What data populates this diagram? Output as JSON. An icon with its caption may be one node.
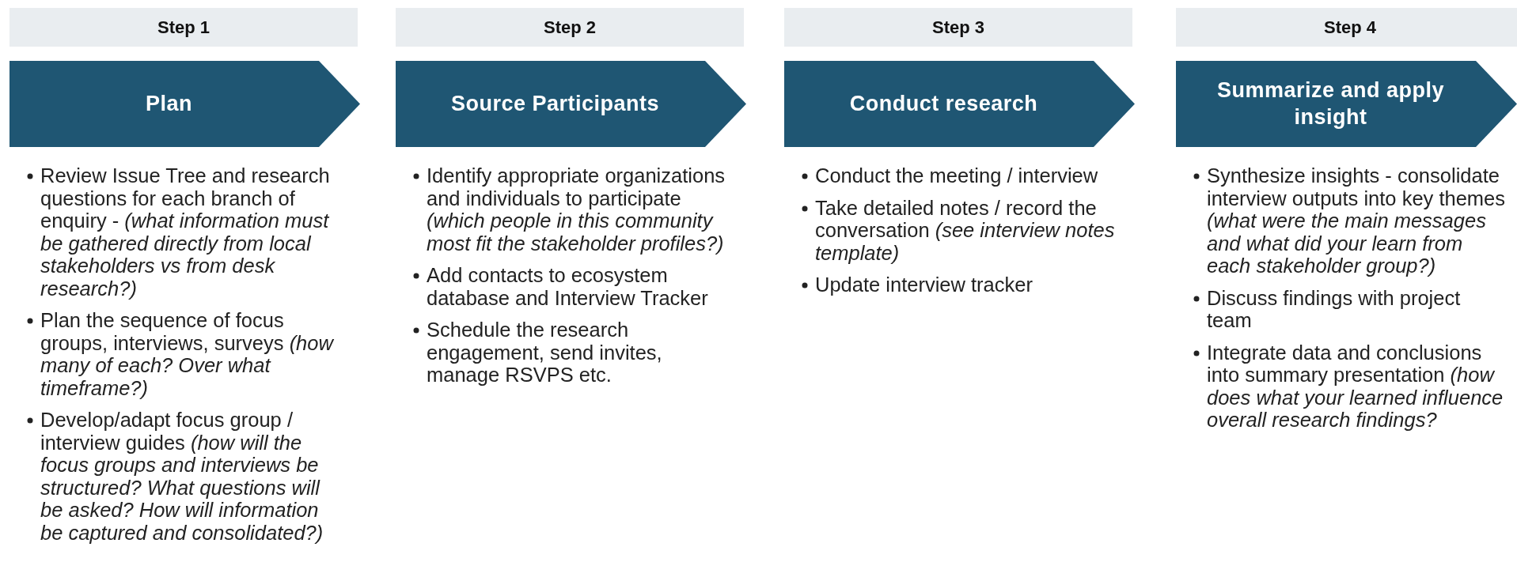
{
  "diagram": {
    "nodes": [
      {
        "text": [
          "Step 1"
        ]
      },
      {
        "text": [
          "Plan"
        ],
        "beside": [
          "Review Issue Tree and research questions for each branch of enquiry - *(what information must be gathered directly from local stakeholders vs from desk research?)*",
          "Plan the sequence of focus groups, interviews, surveys *(how many of each? Over what timeframe?)*",
          "Develop/adapt focus group / interview guides *(how will the focus groups and interviews be structured? What questions will be asked? How will information be captured and consolidated?)*"
        ]
      },
      {
        "text": [
          "Step 2"
        ]
      },
      {
        "text": [
          "Source Participants"
        ],
        "beside": [
          "Identify appropriate organizations and individuals to participate  *(which people in this community most fit the stakeholder profiles?)*",
          "Add contacts to ecosystem database and Interview Tracker",
          "Schedule the research engagement, send invites, manage RSVPS etc."
        ]
      },
      {
        "text": [
          "Step 3"
        ]
      },
      {
        "text": [
          "Conduct research"
        ],
        "beside": [
          "Conduct the meeting / interview",
          "Take detailed notes / record the conversation *(see interview notes template)*",
          "Update interview tracker"
        ]
      },
      {
        "text": [
          "Step 4"
        ]
      },
      {
        "text": [
          "Summarize and apply insight"
        ],
        "beside": [
          "Synthesize insights - consolidate interview outputs into key themes *(what were the main messages and what did your learn from each stakeholder group?)*",
          "Discuss findings with project team",
          "Integrate data and conclusions into summary presentation *(how does what your learned influence overall research findings?*"
        ]
      }
    ]
  }
}
